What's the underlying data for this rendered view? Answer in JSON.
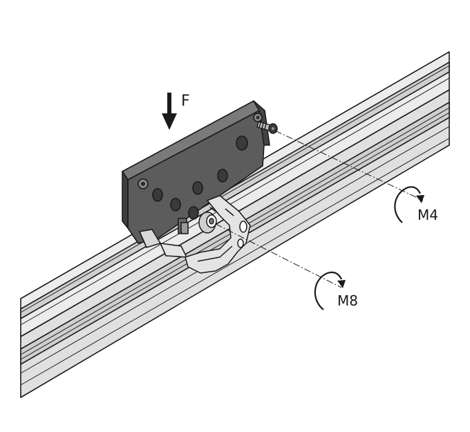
{
  "labels": {
    "force": "F",
    "torque_small": "M4",
    "torque_large": "M8"
  },
  "colors": {
    "profile_light": "#eeeeee",
    "profile_mid": "#dcdcdc",
    "profile_shade": "#c4c4c4",
    "plate_face": "#5a5a5a",
    "plate_top": "#787878",
    "plate_edge": "#3e3e3e",
    "line": "#1a1a1a",
    "clamp": "#e6e6e6"
  },
  "icons": {
    "force_arrow": "down-arrow-icon",
    "torque_small": "clockwise-arrow-icon",
    "torque_large": "clockwise-arrow-icon"
  }
}
